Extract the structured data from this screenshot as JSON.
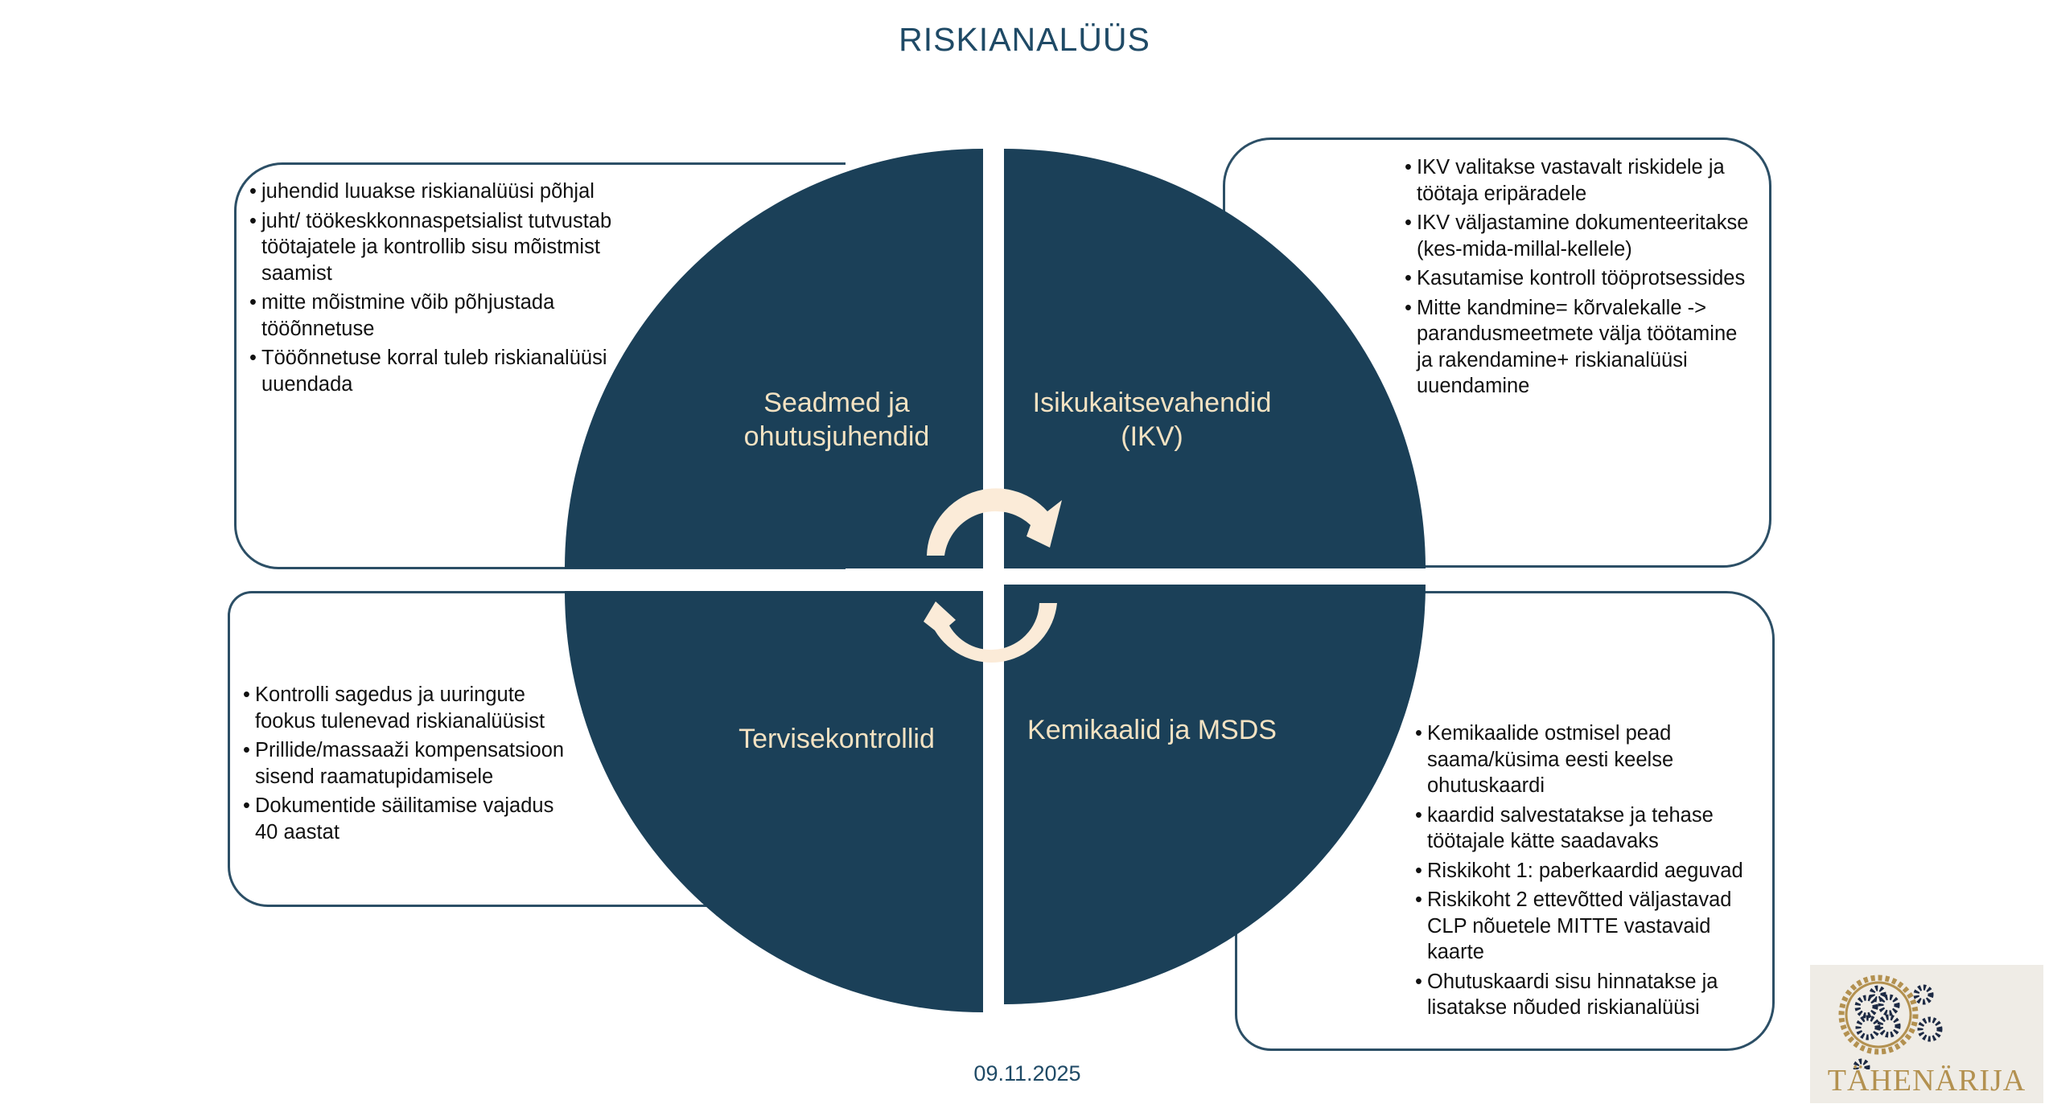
{
  "title": "RISKIANALÜÜS",
  "colors": {
    "quadrant": "#1b4058",
    "label": "#f3e2c2",
    "arrow": "#fbebd8",
    "border": "#2c4f66",
    "title": "#1f4a66",
    "logo_gold": "#b39150",
    "logo_gear": "#1d2a44"
  },
  "quadrants": [
    {
      "label_1": "Seadmed ja",
      "label_2": "ohutusjuhendid",
      "bullets": [
        "juhendid luuakse riskianalüüsi põhjal",
        "juht/ töökeskkonnaspetsialist tutvustab töötajatele ja kontrollib sisu mõistmist saamist",
        "mitte mõistmine võib põhjustada tööõnnetuse",
        "Tööõnnetuse korral tuleb riskianalüüsi uuendada"
      ]
    },
    {
      "label_1": "Isikukaitsevahendid",
      "label_2": "(IKV)",
      "bullets": [
        "IKV valitakse vastavalt riskidele ja töötaja eripäradele",
        "IKV väljastamine dokumenteeritakse (kes-mida-millal-kellele)",
        "Kasutamise kontroll tööprotsessides",
        "Mitte kandmine= kõrvalekalle -> parandusmeetmete välja töötamine ja rakendamine+ riskianalüüsi uuendamine"
      ]
    },
    {
      "label_1": "Tervisekontrollid",
      "bullets": [
        "Kontrolli sagedus ja uuringute fookus tulenevad riskianalüüsist",
        "Prillide/massaaži kompensatsioon sisend raamatupidamisele",
        "Dokumentide säilitamise vajadus 40 aastat"
      ]
    },
    {
      "label_1": "Kemikaalid ja MSDS",
      "bullets": [
        "Kemikaalide ostmisel pead saama/küsima eesti keelse ohutuskaardi",
        "kaardid salvestatakse ja tehase töötajale kätte saadavaks",
        "Riskikoht 1: paberkaardid aeguvad",
        "Riskikoht 2 ettevõtted väljastavad CLP nõuetele MITTE vastavaid kaarte",
        "Ohutuskaardi sisu hinnatakse ja lisatakse nõuded riskianalüüsi"
      ]
    }
  ],
  "date": "09.11.2025",
  "logo": {
    "text": "TÄHENÄRIJA"
  }
}
